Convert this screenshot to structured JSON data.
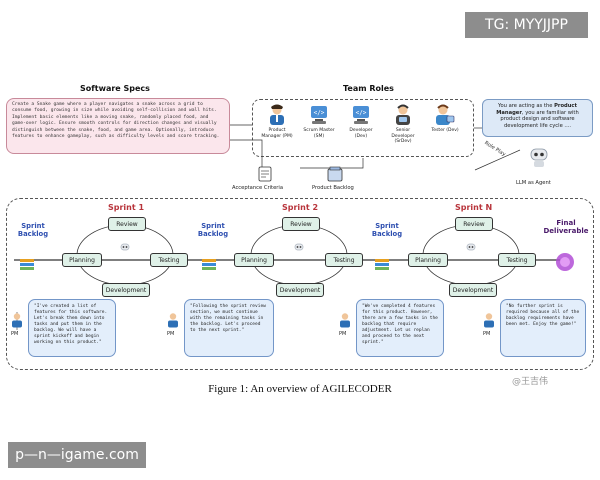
{
  "watermarks": {
    "top": "TG: MYYJJPP",
    "bottom": "p—n—igame.com",
    "weibo": "@王吉伟"
  },
  "software_specs": {
    "title": "Software Specs",
    "text": "Create a Snake game where a player navigates a snake across a grid to consume food, growing in size while avoiding self-collision and wall hits. Implement basic elements like a moving snake, randomly placed food, and game-over logic. Ensure smooth controls for direction changes and visually distinguish between the snake, food, and game area. Optionally, introduce features to enhance gameplay, such as difficulty levels and score tracking."
  },
  "team_roles": {
    "title": "Team Roles",
    "roles": [
      {
        "label": "Product Manager (PM)",
        "icon": "product-manager-icon"
      },
      {
        "label": "Scrum Master (SM)",
        "icon": "scrum-master-icon"
      },
      {
        "label": "Developer (Dev)",
        "icon": "developer-icon"
      },
      {
        "label": "Senior Developer (SrDev)",
        "icon": "senior-developer-icon"
      },
      {
        "label": "Tester (Dev)",
        "icon": "tester-icon"
      }
    ]
  },
  "llm": {
    "prompt_prefix": "You are acting as the ",
    "prompt_role": "Product Manager",
    "prompt_suffix": ", you are familiar with product design and software development life cycle ....",
    "role_play_label": "Role Play",
    "agent_label": "LLM as Agent"
  },
  "artifacts": {
    "acceptance": "Acceptance Criteria",
    "backlog": "Product Backlog"
  },
  "sprint_backlog_label": "Sprint Backlog",
  "final_label": "Final Deliverable",
  "phases": {
    "review": "Review",
    "planning": "Planning",
    "testing": "Testing",
    "development": "Development"
  },
  "sprints": [
    {
      "title": "Sprint 1"
    },
    {
      "title": "Sprint 2"
    },
    {
      "title": "Sprint N"
    }
  ],
  "pm_label": "PM",
  "bubbles": [
    "\"I've created a list of features for this software. Let's break them down into tasks and put them in the backlog. We will have a sprint kickoff and begin working on this product.\"",
    "\"Following the sprint review section, we must continue with the remaining tasks in the backlog. Let's proceed to the next sprint.\"",
    "\"We've completed 4 features for this product. However, there are a few tasks in the backlog that require adjustment. Let us replan and proceed to the next sprint.\"",
    "\"No further sprint is required because all of the backlog requirements have been met. Enjoy the game!\""
  ],
  "caption": "Figure 1: An overview of AGILECODER",
  "colors": {
    "spec_bg": "#fbe6ec",
    "llm_bg": "#dde9f7",
    "phase_bg": "#dff1e8",
    "sprint_title": "#b8343b",
    "backlog_text": "#2e4fb0",
    "bubble_bg": "#e3eefb"
  }
}
